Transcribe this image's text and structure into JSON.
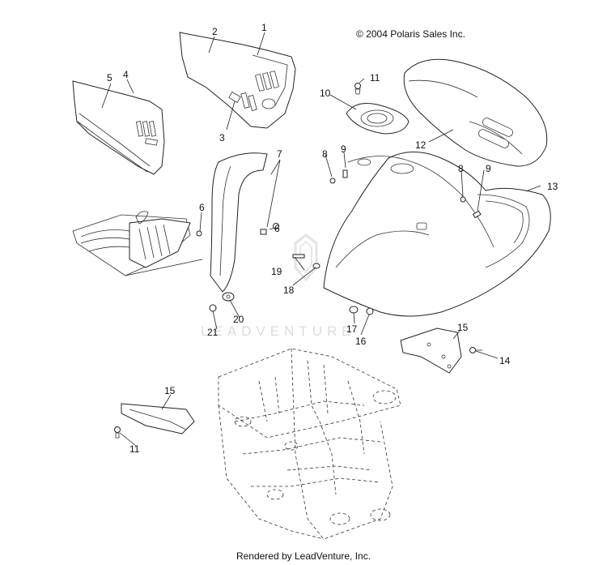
{
  "copyright": "© 2004 Polaris Sales Inc.",
  "footer": "Rendered by LeadVenture, Inc.",
  "watermark": "LEADVENTURE",
  "callouts": {
    "c1": "1",
    "c2": "2",
    "c3": "3",
    "c4": "4",
    "c5": "5",
    "c6a": "6",
    "c6b": "6",
    "c7": "7",
    "c8a": "8",
    "c8b": "8",
    "c9a": "9",
    "c9b": "9",
    "c10": "10",
    "c11a": "11",
    "c11b": "11",
    "c12": "12",
    "c13": "13",
    "c14": "14",
    "c15a": "15",
    "c15b": "15",
    "c16": "16",
    "c17": "17",
    "c18": "18",
    "c19": "19",
    "c20": "20",
    "c21": "21"
  }
}
